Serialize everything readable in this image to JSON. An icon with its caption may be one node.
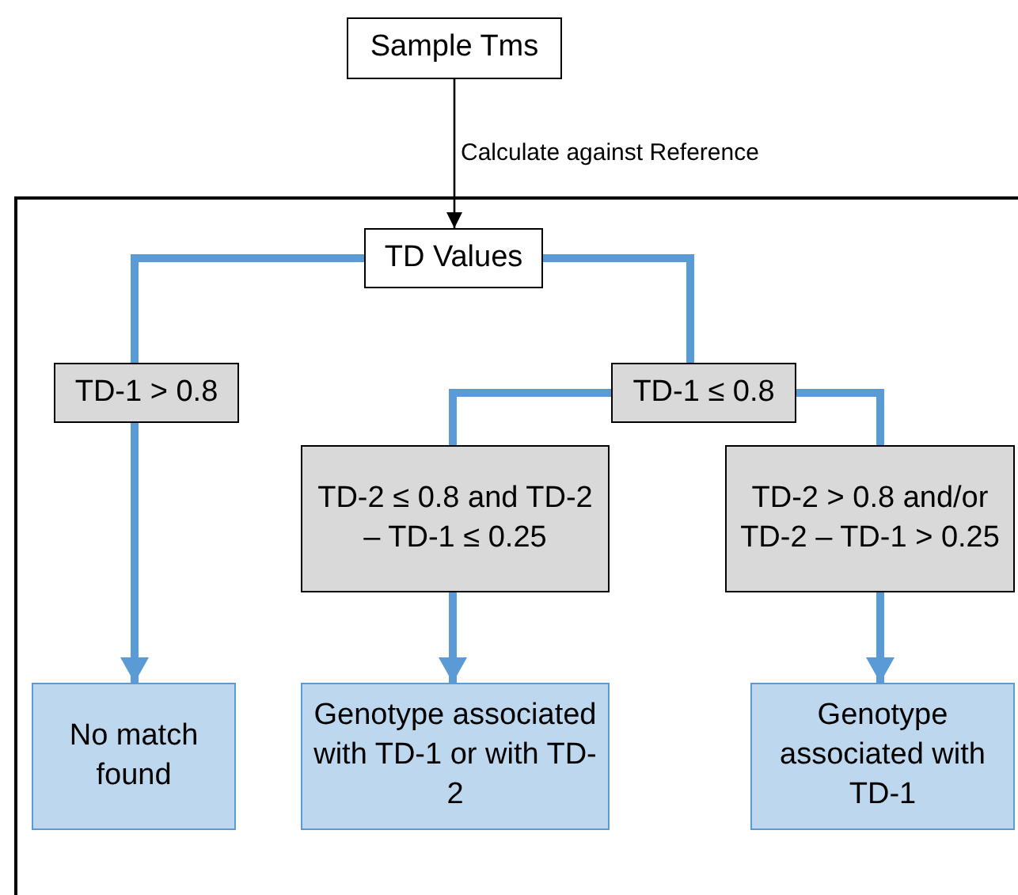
{
  "diagram": {
    "nodes": [
      {
        "text": [
          "Sample Tms"
        ]
      },
      {
        "text": [],
        "shape": "box"
      },
      {
        "text": [
          "TD Values"
        ],
        "in": 1
      },
      {
        "text": [
          "TD-1 > 0.8"
        ],
        "in": 1
      },
      {
        "text": [
          "TD-1 ≤ 0.8"
        ],
        "in": 1
      },
      {
        "text": [
          "TD-2 ≤ 0.8 and TD-2 – TD-1 ≤ 0.25"
        ],
        "in": 1
      },
      {
        "text": [
          "TD-2 > 0.8 and/or TD-2 – TD-1 > 0.25"
        ],
        "in": 1
      },
      {
        "text": [
          "No match found"
        ],
        "in": 1
      },
      {
        "text": [
          "Genotype associated with TD-1 or with TD-2"
        ],
        "in": 1
      },
      {
        "text": [
          "Genotype associated with TD-1"
        ],
        "in": 1
      }
    ],
    "edges": [
      {
        "from": 0,
        "to": 2,
        "arrow": "to",
        "label": "Calculate against Reference",
        "color": "#000000"
      },
      {
        "from": 2,
        "to": 3,
        "arrow": "none"
      },
      {
        "from": 2,
        "to": 4,
        "arrow": "none"
      },
      {
        "from": 4,
        "to": 5,
        "arrow": "none"
      },
      {
        "from": 4,
        "to": 6,
        "arrow": "none"
      },
      {
        "from": 3,
        "to": 7,
        "arrow": "to"
      },
      {
        "from": 5,
        "to": 8,
        "arrow": "to"
      },
      {
        "from": 6,
        "to": 9,
        "arrow": "to"
      }
    ]
  }
}
